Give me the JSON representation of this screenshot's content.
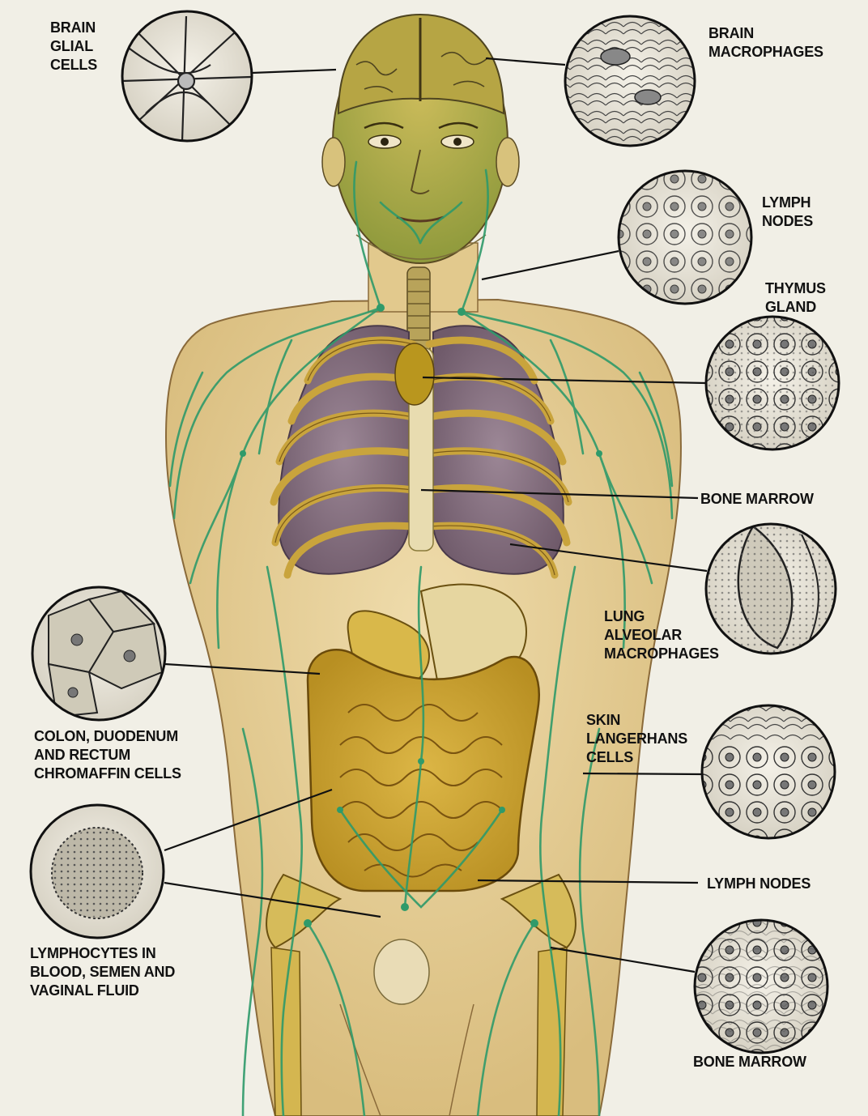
{
  "labels": {
    "brain_glial_cells": [
      "BRAIN",
      "GLIAL",
      "CELLS"
    ],
    "brain_macrophages": [
      "BRAIN",
      "MACROPHAGES"
    ],
    "lymph_nodes_upper": [
      "LYMPH",
      "NODES"
    ],
    "thymus_gland": [
      "THYMUS",
      "GLAND"
    ],
    "bone_marrow_upper": [
      "BONE MARROW"
    ],
    "lung_alveolar_macrophages": [
      "LUNG",
      "ALVEOLAR",
      "MACROPHAGES"
    ],
    "colon_duodenum": [
      "COLON, DUODENUM",
      "AND RECTUM",
      "CHROMAFFIN CELLS"
    ],
    "skin_langerhans": [
      "SKIN",
      "LANGERHANS",
      "CELLS"
    ],
    "lymph_nodes_lower": [
      "LYMPH NODES"
    ],
    "lymphocytes": [
      "LYMPHOCYTES IN",
      "BLOOD, SEMEN AND",
      "VAGINAL FLUID"
    ],
    "bone_marrow_lower": [
      "BONE MARROW"
    ]
  },
  "colors": {
    "background": "#f1efe6",
    "skin": "#ecd9a6",
    "organ_yellow": "#cfae3c",
    "lymph_green": "#2f9a6a",
    "lung_purple": "#8a7284",
    "ink": "#111111"
  }
}
